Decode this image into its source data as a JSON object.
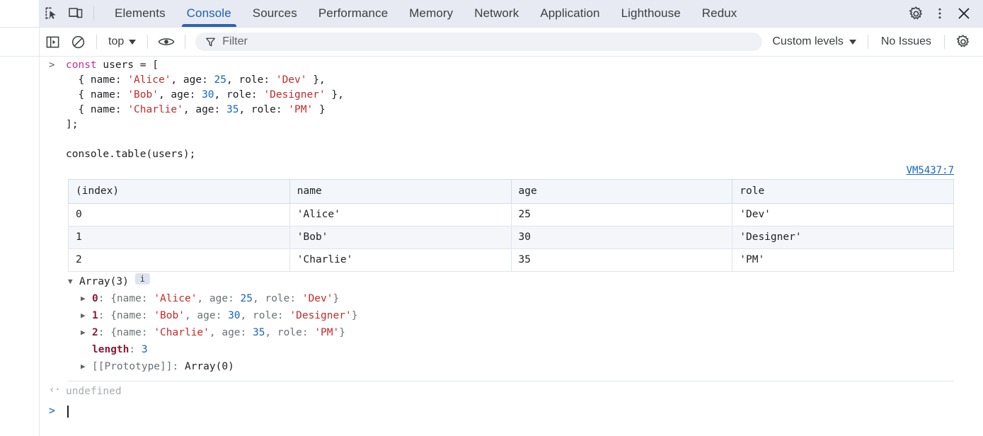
{
  "tabbar": {
    "inspect_icon": "inspect-element-icon",
    "device_icon": "device-toolbar-icon",
    "tabs": [
      {
        "label": "Elements",
        "active": false
      },
      {
        "label": "Console",
        "active": true
      },
      {
        "label": "Sources",
        "active": false
      },
      {
        "label": "Performance",
        "active": false
      },
      {
        "label": "Memory",
        "active": false
      },
      {
        "label": "Network",
        "active": false
      },
      {
        "label": "Application",
        "active": false
      },
      {
        "label": "Lighthouse",
        "active": false
      },
      {
        "label": "Redux",
        "active": false
      }
    ],
    "settings_icon": "gear-icon",
    "more_icon": "kebab-menu-icon",
    "close_icon": "close-icon"
  },
  "console_toolbar": {
    "sidebar_icon": "console-sidebar-toggle-icon",
    "clear_icon": "clear-console-icon",
    "context": "top",
    "eye_icon": "live-expression-eye-icon",
    "filter_icon": "filter-funnel-icon",
    "filter_placeholder": "Filter",
    "filter_value": "",
    "levels": "Custom levels",
    "issues": "No Issues",
    "settings_icon": "console-settings-gear-icon"
  },
  "messages": {
    "input_prompt_glyph": ">",
    "return_glyph": "‹·",
    "code_lines": [
      {
        "tokens": [
          {
            "t": "const",
            "c": "kw"
          },
          {
            "t": " users = [",
            "c": "plain"
          }
        ]
      },
      {
        "tokens": [
          {
            "t": "  { name: ",
            "c": "plain"
          },
          {
            "t": "'Alice'",
            "c": "str"
          },
          {
            "t": ", age: ",
            "c": "plain"
          },
          {
            "t": "25",
            "c": "num"
          },
          {
            "t": ", role: ",
            "c": "plain"
          },
          {
            "t": "'Dev'",
            "c": "str"
          },
          {
            "t": " },",
            "c": "plain"
          }
        ]
      },
      {
        "tokens": [
          {
            "t": "  { name: ",
            "c": "plain"
          },
          {
            "t": "'Bob'",
            "c": "str"
          },
          {
            "t": ", age: ",
            "c": "plain"
          },
          {
            "t": "30",
            "c": "num"
          },
          {
            "t": ", role: ",
            "c": "plain"
          },
          {
            "t": "'Designer'",
            "c": "str"
          },
          {
            "t": " },",
            "c": "plain"
          }
        ]
      },
      {
        "tokens": [
          {
            "t": "  { name: ",
            "c": "plain"
          },
          {
            "t": "'Charlie'",
            "c": "str"
          },
          {
            "t": ", age: ",
            "c": "plain"
          },
          {
            "t": "35",
            "c": "num"
          },
          {
            "t": ", role: ",
            "c": "plain"
          },
          {
            "t": "'PM'",
            "c": "str"
          },
          {
            "t": " }",
            "c": "plain"
          }
        ]
      },
      {
        "tokens": [
          {
            "t": "];",
            "c": "plain"
          }
        ]
      },
      {
        "tokens": [
          {
            "t": "",
            "c": "plain"
          }
        ]
      },
      {
        "tokens": [
          {
            "t": "console.table(users);",
            "c": "plain"
          }
        ]
      }
    ],
    "source_link": "VM5437:7",
    "result_value": "undefined"
  },
  "console_table": {
    "columns": [
      "(index)",
      "name",
      "age",
      "role"
    ],
    "rows": [
      {
        "index": "0",
        "name": "'Alice'",
        "age": "25",
        "role": "'Dev'"
      },
      {
        "index": "1",
        "name": "'Bob'",
        "age": "30",
        "role": "'Designer'"
      },
      {
        "index": "2",
        "name": "'Charlie'",
        "age": "35",
        "role": "'PM'"
      }
    ]
  },
  "object_tree": {
    "root_label": "Array(3)",
    "root_badge": "i",
    "entries": [
      {
        "key": "0",
        "parts": [
          {
            "t": "{name: ",
            "c": "gray"
          },
          {
            "t": "'Alice'",
            "c": "str"
          },
          {
            "t": ", age: ",
            "c": "gray"
          },
          {
            "t": "25",
            "c": "num"
          },
          {
            "t": ", role: ",
            "c": "gray"
          },
          {
            "t": "'Dev'",
            "c": "str"
          },
          {
            "t": "}",
            "c": "gray"
          }
        ]
      },
      {
        "key": "1",
        "parts": [
          {
            "t": "{name: ",
            "c": "gray"
          },
          {
            "t": "'Bob'",
            "c": "str"
          },
          {
            "t": ", age: ",
            "c": "gray"
          },
          {
            "t": "30",
            "c": "num"
          },
          {
            "t": ", role: ",
            "c": "gray"
          },
          {
            "t": "'Designer'",
            "c": "str"
          },
          {
            "t": "}",
            "c": "gray"
          }
        ]
      },
      {
        "key": "2",
        "parts": [
          {
            "t": "{name: ",
            "c": "gray"
          },
          {
            "t": "'Charlie'",
            "c": "str"
          },
          {
            "t": ", age: ",
            "c": "gray"
          },
          {
            "t": "35",
            "c": "num"
          },
          {
            "t": ", role: ",
            "c": "gray"
          },
          {
            "t": "'PM'",
            "c": "str"
          },
          {
            "t": "}",
            "c": "gray"
          }
        ]
      }
    ],
    "length_key": "length",
    "length_value": "3",
    "prototype_key": "[[Prototype]]",
    "prototype_value": "Array(0)"
  },
  "colors": {
    "accent": "#2c62b3",
    "tab_active_text": "#1a62ba",
    "string": "#c62828",
    "number": "#1565c0",
    "keyword": "#c52ca0",
    "toolbar_bg": "#e7eaf2",
    "table_header_bg": "#f3f6fa",
    "row_stripe": "#f4f6fa"
  }
}
